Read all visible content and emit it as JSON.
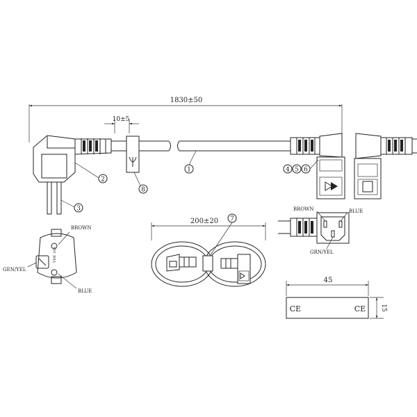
{
  "dimensions": {
    "overall_length": "1830±50",
    "strip_length": "10±5",
    "bundle_length": "200±20",
    "label_length": "45",
    "label_height": "15"
  },
  "callouts": {
    "c1": "1",
    "c2": "2",
    "c3": "3",
    "c4": "4",
    "c5": "5",
    "c6": "6",
    "c7": "7",
    "c8": "8"
  },
  "wire_labels": {
    "plug_brown": "BROWN",
    "plug_genyel": "GEN/YEL",
    "plug_blue": "BLUE",
    "conn_brown": "BROWN",
    "conn_blue": "BLUE",
    "conn_grnyel": "GRN/YEL"
  },
  "markings": {
    "label_mark_left": "CE",
    "label_mark_right": "CE"
  },
  "icons": [
    "schuko-plug",
    "iec-c13-connector",
    "cable-clip",
    "bundled-cord",
    "ce-mark"
  ],
  "colors": {
    "line": "#222222",
    "background": "#ffffff"
  }
}
